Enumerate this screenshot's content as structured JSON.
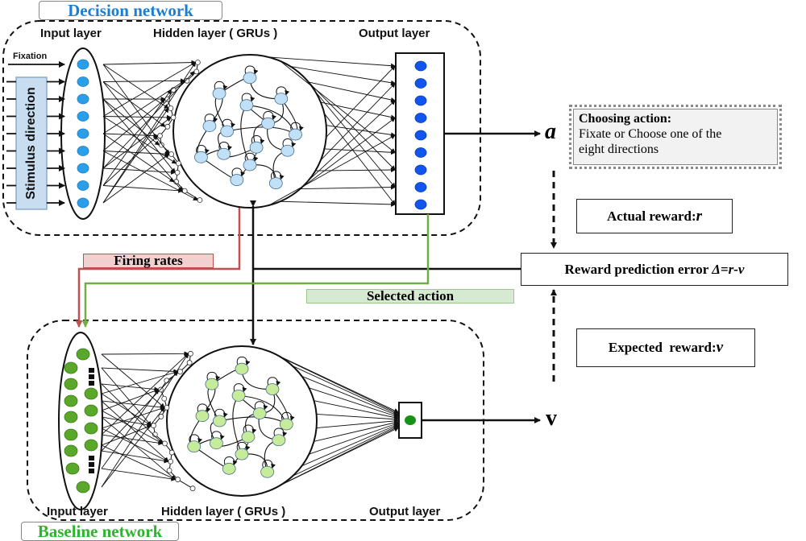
{
  "decision_network": {
    "title": "Decision network",
    "title_color": "#1a7fd4",
    "input_layer_label": "Input layer",
    "hidden_layer_label": "Hidden layer ( GRUs )",
    "output_layer_label": "Output layer",
    "fixation_label": "Fixation",
    "stimulus_label": "Stimulus direction",
    "input_units": 9,
    "output_units": 9,
    "unit_color": "#2a9ee8",
    "output_unit_color": "#1155ee",
    "hidden_unit_color": "#bfe0f7",
    "output_symbol": "a"
  },
  "baseline_network": {
    "title": "Baseline network",
    "title_color": "#2db52d",
    "input_layer_label": "Input layer",
    "hidden_layer_label": "Hidden layer ( GRUs )",
    "output_layer_label": "Output layer",
    "unit_color": "#5aa82a",
    "hidden_unit_color": "#c6eb9a",
    "output_unit_color": "#179217",
    "output_symbol": "v"
  },
  "connections": {
    "firing_rates_label": "Firing rates",
    "firing_rates_color": "#c0504d",
    "firing_rates_fill": "#f2d0cf",
    "selected_action_label": "Selected action",
    "selected_action_color": "#70ad47",
    "selected_action_fill": "#d5ead0"
  },
  "choosing_action": {
    "heading": "Choosing action:",
    "text_line1": "Fixate or Choose one of the",
    "text_line2": "eight directions"
  },
  "rewards": {
    "actual_reward": "Actual reward:",
    "actual_symbol": "r",
    "rpe_label": "Reward prediction error ",
    "rpe_formula": "Δ=r-v",
    "expected_reward": "Expected  reward:",
    "expected_symbol": "v"
  }
}
